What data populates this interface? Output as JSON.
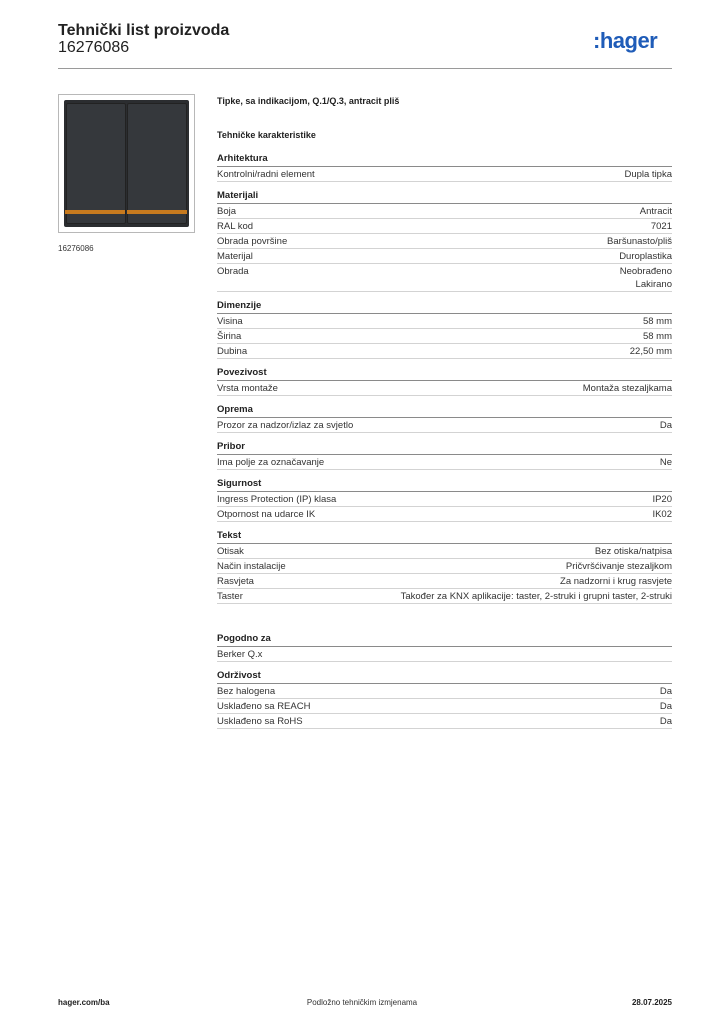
{
  "header": {
    "title": "Tehnički list proizvoda",
    "code": "16276086",
    "logo": ":hager"
  },
  "photo": {
    "caption": "16276086"
  },
  "product_title": "Tipke, sa indikacijom, Q.1/Q.3, antracit pliš",
  "tech_title": "Tehničke karakteristike",
  "sections": [
    {
      "title": "Arhitektura",
      "rows": [
        {
          "k": "Kontrolni/radni element",
          "v": [
            "Dupla tipka"
          ]
        }
      ]
    },
    {
      "title": "Materijali",
      "rows": [
        {
          "k": "Boja",
          "v": [
            "Antracit"
          ]
        },
        {
          "k": "RAL kod",
          "v": [
            "7021"
          ]
        },
        {
          "k": "Obrada površine",
          "v": [
            "Baršunasto/pliš"
          ]
        },
        {
          "k": "Materijal",
          "v": [
            "Duroplastika"
          ]
        },
        {
          "k": "Obrada",
          "v": [
            "Neobrađeno",
            "Lakirano"
          ]
        }
      ]
    },
    {
      "title": "Dimenzije",
      "rows": [
        {
          "k": "Visina",
          "v": [
            "58 mm"
          ]
        },
        {
          "k": "Širina",
          "v": [
            "58 mm"
          ]
        },
        {
          "k": "Dubina",
          "v": [
            "22,50 mm"
          ]
        }
      ]
    },
    {
      "title": "Povezivost",
      "rows": [
        {
          "k": "Vrsta montaže",
          "v": [
            "Montaža stezaljkama"
          ]
        }
      ]
    },
    {
      "title": "Oprema",
      "rows": [
        {
          "k": "Prozor za nadzor/izlaz za svjetlo",
          "v": [
            "Da"
          ]
        }
      ]
    },
    {
      "title": "Pribor",
      "rows": [
        {
          "k": "Ima polje za označavanje",
          "v": [
            "Ne"
          ]
        }
      ]
    },
    {
      "title": "Sigurnost",
      "rows": [
        {
          "k": "Ingress Protection (IP) klasa",
          "v": [
            "IP20"
          ]
        },
        {
          "k": "Otpornost na udarce IK",
          "v": [
            "IK02"
          ]
        }
      ]
    },
    {
      "title": "Tekst",
      "rows": [
        {
          "k": "Otisak",
          "v": [
            "Bez otiska/natpisa"
          ]
        },
        {
          "k": "Način instalacije",
          "v": [
            "Pričvršćivanje stezaljkom"
          ]
        },
        {
          "k": "Rasvjeta",
          "v": [
            "Za nadzorni i krug rasvjete"
          ]
        },
        {
          "k": "Taster",
          "v": [
            "Također za KNX aplikacije: taster, 2-struki i grupni taster, 2-struki"
          ]
        }
      ]
    },
    {
      "title": "Pogodno za",
      "rows": [
        {
          "k": "Berker Q.x",
          "v": [
            ""
          ]
        }
      ]
    },
    {
      "title": "Održivost",
      "rows": [
        {
          "k": "Bez halogena",
          "v": [
            "Da"
          ]
        },
        {
          "k": "Usklađeno sa REACH",
          "v": [
            "Da"
          ]
        },
        {
          "k": "Usklađeno sa RoHS",
          "v": [
            "Da"
          ]
        }
      ]
    }
  ],
  "footer": {
    "left": "hager.com/ba",
    "center": "Podložno tehničkim izmjenama",
    "right": "28.07.2025"
  }
}
